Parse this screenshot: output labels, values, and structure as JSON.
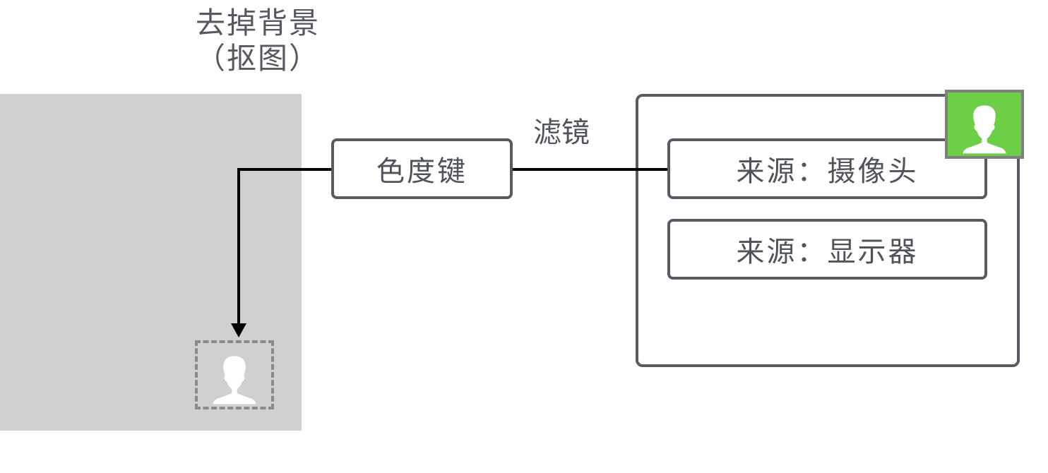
{
  "diagram": {
    "title_line1": "去掉背景",
    "title_line2": "（抠图）",
    "filter_label": "滤镜",
    "filter_node": "色度键",
    "sources": [
      {
        "label": "来源：摄像头"
      },
      {
        "label": "来源：显示器"
      }
    ],
    "icons": {
      "camera_avatar": "person-icon",
      "result_avatar": "person-icon"
    },
    "colors": {
      "panel_gray": "#d0d0d0",
      "border": "#575c64",
      "green_screen": "#6ccf46",
      "text": "#4f545b"
    }
  }
}
